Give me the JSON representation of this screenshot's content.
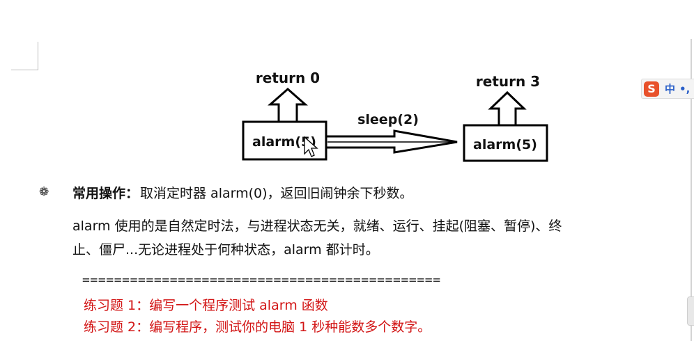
{
  "diagram": {
    "left_return": "return 0",
    "right_return": "return 3",
    "left_box": "alarm(5)",
    "right_box": "alarm(5)",
    "arrow_label": "sleep(2)"
  },
  "bullet": {
    "icon": "gear-bullet-icon",
    "key": "常用操作：",
    "text": "取消定时器 alarm(0)，返回旧闹钟余下秒数。"
  },
  "paragraph": {
    "line1": "alarm 使用的是自然定时法，与进程状态无关，就绪、运行、挂起(阻塞、暂停)、终",
    "line2": "止、僵尸...无论进程处于何种状态，alarm 都计时。"
  },
  "divider": "=============================================",
  "exercises": [
    "练习题 1：编写一个程序测试 alarm 函数",
    "练习题 2：编写程序，测试你的电脑 1 秒种能数多个数字。"
  ],
  "ime": {
    "logo": "S",
    "lang": "中",
    "punct": "•,"
  }
}
